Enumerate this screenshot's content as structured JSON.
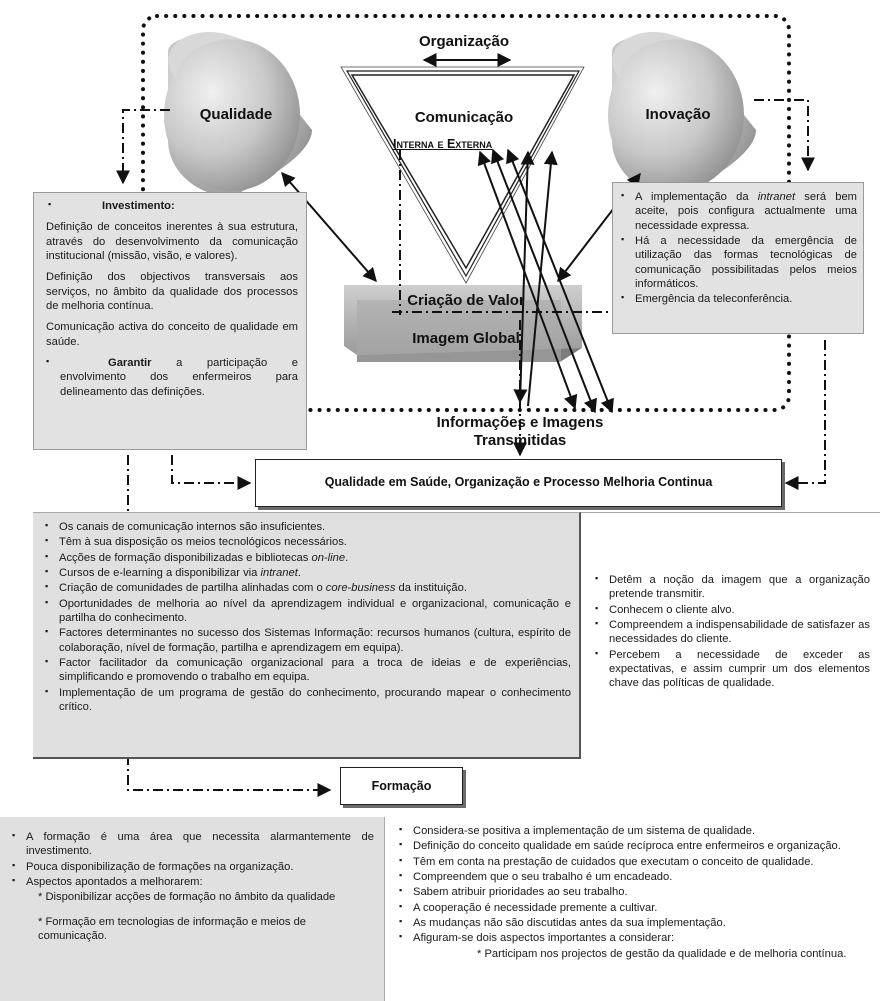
{
  "diagram": {
    "labels": {
      "organizacao": "Organização",
      "qualidade": "Qualidade",
      "inovacao": "Inovação",
      "comunicacao": "Comunicação",
      "interna": "Interna",
      "e": "e",
      "externa": "Externa",
      "criacao_valor": "Criação de Valor",
      "imagem_global": "Imagem Global",
      "info_imagens_1": "Informações e Imagens",
      "info_imagens_2": "Transmitidas",
      "qualidade_saude": "Qualidade em Saúde, Organização e Processo Melhoria Continua",
      "formacao": "Formação"
    },
    "investimento_box": {
      "heading": "Investimento:",
      "p1": "Definição de conceitos inerentes à sua estrutura, através do desenvolvimento da comunicação institucional (missão, visão, e valores).",
      "p2": "Definição dos objectivos transversais aos serviços, no âmbito da qualidade dos processos de melhoria contínua.",
      "p3": "Comunicação activa do conceito de qualidade em saúde.",
      "p4_bold": "Garantir",
      "p4_rest": "a participação e envolvimento dos enfermeiros para delineamento das definições."
    },
    "inovacao_box": {
      "items": [
        {
          "pre": "A implementação da ",
          "em": "intranet",
          "post": " será bem aceite, pois configura actualmente uma necessidade expressa."
        },
        {
          "pre": "Há a necessidade da emergência de utilização das formas tecnológicas de comunicação possibilitadas pelos meios informáticos.",
          "em": "",
          "post": ""
        },
        {
          "pre": "Emergência da teleconferência.",
          "em": "",
          "post": ""
        }
      ]
    },
    "canais_box": {
      "items": [
        {
          "pre": "Os canais de comunicação internos são insuficientes.",
          "em": "",
          "post": ""
        },
        {
          "pre": "Têm à sua disposição os meios tecnológicos necessários.",
          "em": "",
          "post": ""
        },
        {
          "pre": "Acções de formação disponibilizadas e bibliotecas ",
          "em": "on-line",
          "post": "."
        },
        {
          "pre": "Cursos de e-learning a disponibilizar via ",
          "em": "intranet",
          "post": "."
        },
        {
          "pre": "Criação de comunidades de partilha alinhadas com o ",
          "em": "core-business",
          "post": " da instituição."
        },
        {
          "pre": "Oportunidades de melhoria ao nível da aprendizagem individual e organizacional, comunicação e partilha do conhecimento.",
          "em": "",
          "post": ""
        },
        {
          "pre": "Factores determinantes no sucesso dos Sistemas Informação: recursos humanos (cultura, espírito de colaboração, nível de formação, partilha e aprendizagem em equipa).",
          "em": "",
          "post": ""
        },
        {
          "pre": "Factor facilitador da comunicação organizacional para a troca de ideias e de experiências, simplificando e promovendo o trabalho em equipa.",
          "em": "",
          "post": ""
        },
        {
          "pre": "Implementação de um programa de gestão do conhecimento, procurando mapear o conhecimento crítico.",
          "em": "",
          "post": ""
        }
      ]
    },
    "detem_box": {
      "items": [
        "Detêm a noção da imagem que a organização pretende transmitir.",
        "Conhecem o cliente alvo.",
        "Compreendem a indispensabilidade de satisfazer as necessidades do cliente.",
        "Percebem a necessidade de exceder as expectativas, e assim cumprir um dos elementos chave das políticas de qualidade."
      ]
    },
    "formacao_box": {
      "items": [
        "A formação é uma área que necessita alarmantemente de investimento.",
        "Pouca disponibilização de formações na organização.",
        "Aspectos apontados a melhorarem:"
      ],
      "sub1": "* Disponibilizar acções de formação no âmbito da qualidade",
      "sub2": "* Formação em tecnologias de informação e meios de comunicação."
    },
    "considera_box": {
      "items": [
        "Considera-se positiva a implementação de um sistema de qualidade.",
        "Definição do conceito qualidade em saúde recíproca entre enfermeiros e organização.",
        "Têm em conta na prestação de cuidados que executam o conceito de qualidade.",
        "Compreendem que o seu trabalho é um encadeado.",
        "Sabem atribuir prioridades ao seu trabalho.",
        "A cooperação é necessidade premente a cultivar.",
        "As mudanças não são discutidas antes da sua implementação.",
        "Afiguram-se dois aspectos importantes a considerar:"
      ],
      "sub": "* Participam nos projectos de gestão da qualidade e de melhoria contínua."
    }
  }
}
